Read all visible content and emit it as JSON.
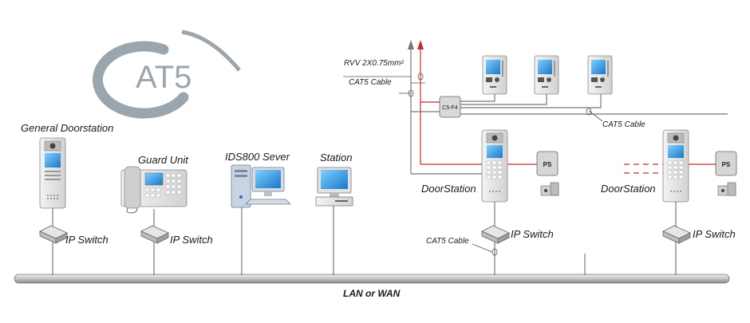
{
  "logo": {
    "text": "AT5",
    "letter_c": "C"
  },
  "devices": {
    "general_doorstation": "General Doorstation",
    "guard_unit": "Guard Unit",
    "ids800_server": "IDS800 Sever",
    "station": "Station",
    "door_station_1": "DoorStation",
    "door_station_2": "DoorStation"
  },
  "switch_labels": [
    "IP Switch",
    "IP Switch",
    "IP Switch",
    "IP Switch"
  ],
  "cables": {
    "rvv": "RVV 2X0.75mm²",
    "cat5_top": "CAT5 Cable",
    "cat5_right": "CAT5 Cable",
    "cat5_bottom": "CAT5 Cable"
  },
  "boxes": {
    "distributor": "C5-F4",
    "power_supply_1": "PS",
    "power_supply_2": "PS"
  },
  "network": "LAN or WAN",
  "colors": {
    "power_line": "#cc2a2a",
    "network_line": "#777777",
    "logo": "#9aa6ad",
    "screen": "#2a8fd8"
  }
}
